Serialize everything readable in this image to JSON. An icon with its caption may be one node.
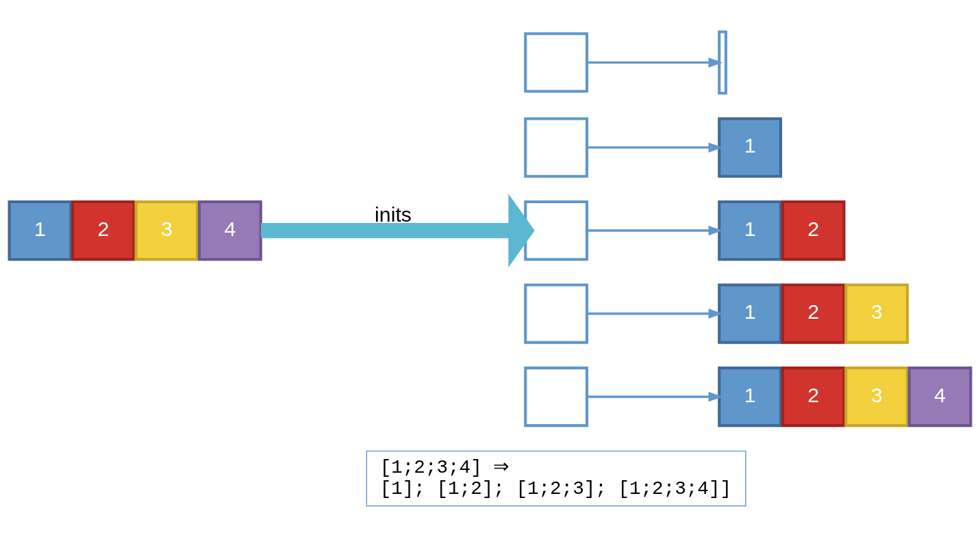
{
  "diagram": {
    "nodes": [
      {
        "text": [
          "1"
        ]
      },
      {
        "text": [
          "2"
        ]
      },
      {
        "text": [
          "3"
        ]
      },
      {
        "text": [
          "4"
        ]
      },
      {
        "text": [],
        "shape": "box"
      },
      {
        "text": [],
        "shape": "box"
      },
      {
        "text": [],
        "shape": "box"
      },
      {
        "text": [],
        "shape": "box"
      },
      {
        "text": [],
        "shape": "box"
      },
      {
        "text": [],
        "shape": "bar"
      },
      {
        "text": [
          "1"
        ]
      },
      {
        "text": [
          "1"
        ]
      },
      {
        "text": [
          "2"
        ]
      },
      {
        "text": [
          "1"
        ]
      },
      {
        "text": [
          "2"
        ]
      },
      {
        "text": [
          "3"
        ]
      },
      {
        "text": [
          "1"
        ]
      },
      {
        "text": [
          "2"
        ]
      },
      {
        "text": [
          "3"
        ]
      },
      {
        "text": [
          "4"
        ]
      },
      {
        "text": [
          "[1;2;3;4] ⇒",
          "[1]; [1;2]; [1;2;3]; [1;2;3;4]]"
        ]
      }
    ],
    "edges": [
      {
        "from": 3,
        "to": 6,
        "arrow": "to",
        "label": "inits",
        "style": "thick",
        "color": "#5bb8d0"
      },
      {
        "from": 4,
        "to": 9,
        "arrow": "to"
      },
      {
        "from": 5,
        "to": 10,
        "arrow": "to"
      },
      {
        "from": 6,
        "to": 11,
        "arrow": "to"
      },
      {
        "from": 7,
        "to": 13,
        "arrow": "to"
      },
      {
        "from": 8,
        "to": 16,
        "arrow": "to"
      }
    ]
  }
}
